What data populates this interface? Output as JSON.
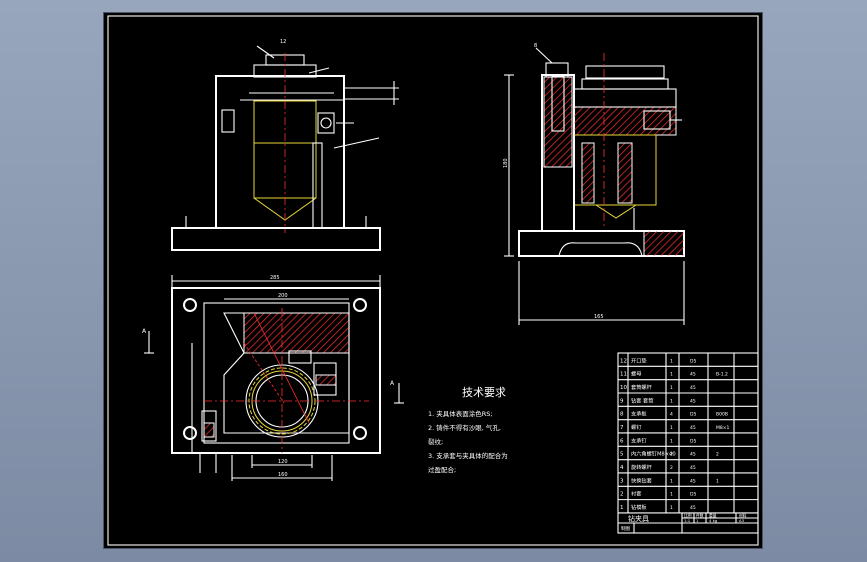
{
  "tech_requirements": {
    "title": "技术要求",
    "lines": [
      "1. 夹具体表面涂色RS;",
      "2. 铸件不得有沙眼, 气孔,",
      "裂纹;",
      "3. 支承套与夹具体的配合为",
      "过盈配合;"
    ]
  },
  "bom": {
    "rows": [
      {
        "no": "12",
        "name": "开口垫",
        "qty": "1",
        "mat": "D5",
        "note": ""
      },
      {
        "no": "11",
        "name": "螺母",
        "qty": "1",
        "mat": "45",
        "note": "B-1.2"
      },
      {
        "no": "10",
        "name": "套筒螺杆",
        "qty": "1",
        "mat": "45",
        "note": ""
      },
      {
        "no": "9",
        "name": "钻套 套筒",
        "qty": "1",
        "mat": "45",
        "note": ""
      },
      {
        "no": "8",
        "name": "支承板",
        "qty": "4",
        "mat": "D5",
        "note": "B00B"
      },
      {
        "no": "7",
        "name": "螺钉",
        "qty": "1",
        "mat": "45",
        "note": "M8×1"
      },
      {
        "no": "6",
        "name": "支承钉",
        "qty": "1",
        "mat": "D5",
        "note": ""
      },
      {
        "no": "5",
        "name": "内六角螺钉M8×40",
        "qty": "2",
        "mat": "45",
        "note": "2"
      },
      {
        "no": "4",
        "name": "旋转螺杆",
        "qty": "2",
        "mat": "45",
        "note": ""
      },
      {
        "no": "3",
        "name": "快换钻套",
        "qty": "1",
        "mat": "45",
        "note": "1"
      },
      {
        "no": "2",
        "name": "衬套",
        "qty": "1",
        "mat": "D5",
        "note": ""
      },
      {
        "no": "1",
        "name": "钻模板",
        "qty": "1",
        "mat": "45",
        "note": ""
      }
    ],
    "title_block": {
      "name": "钻夹具",
      "cells": [
        "比例",
        "件数",
        "重量",
        "材料"
      ],
      "values": [
        "1:1",
        "1",
        "4 kg",
        "A3"
      ],
      "row_label": "制图"
    }
  },
  "labels": {
    "section_a": "A",
    "dim_plan_width": "285",
    "dim_plan_inner": "200",
    "dim_plan_bottom": "120",
    "dim_plan_bottom2": "160",
    "dim_side_width": "165",
    "dim_front_height": "180",
    "callout_top": "12",
    "callout_side": "8"
  }
}
